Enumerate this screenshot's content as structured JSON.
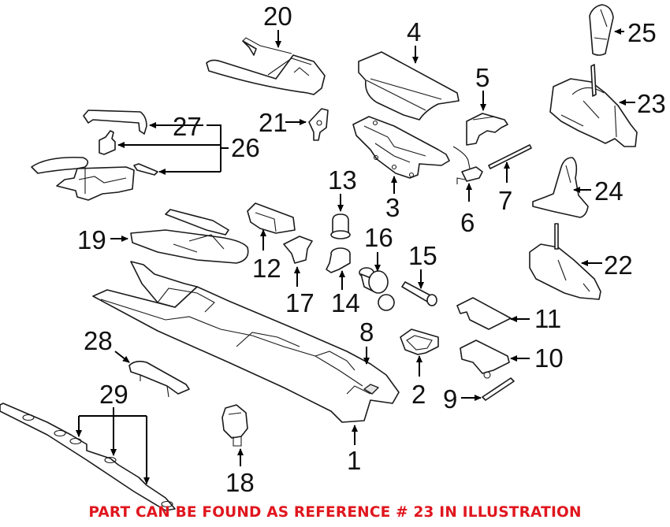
{
  "diagram": {
    "callouts": {
      "c1": "1",
      "c2": "2",
      "c3": "3",
      "c4": "4",
      "c5": "5",
      "c6": "6",
      "c7": "7",
      "c8": "8",
      "c9": "9",
      "c10": "10",
      "c11": "11",
      "c12": "12",
      "c13": "13",
      "c14": "14",
      "c15": "15",
      "c16": "16",
      "c17": "17",
      "c18": "18",
      "c19": "19",
      "c20": "20",
      "c21": "21",
      "c22": "22",
      "c23": "23",
      "c24": "24",
      "c25": "25",
      "c26": "26",
      "c27": "27",
      "c28": "28",
      "c29": "29"
    }
  },
  "footer": {
    "note": "PART CAN BE FOUND AS REFERENCE # 23 IN ILLUSTRATION",
    "color": "#e0161e"
  }
}
